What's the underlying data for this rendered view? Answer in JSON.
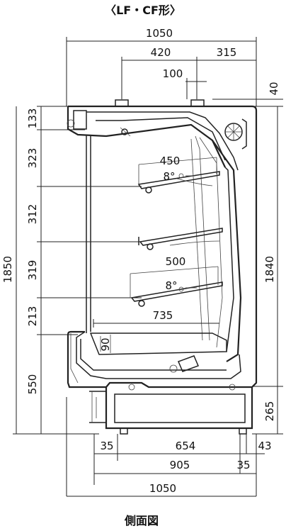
{
  "title": "〈LF・CF形〉",
  "caption": "側面図",
  "dims": {
    "top_1050": "1050",
    "d420": "420",
    "d315": "315",
    "d100": "100",
    "d40": "40",
    "d133": "133",
    "d323": "323",
    "d312": "312",
    "d319": "319",
    "d213": "213",
    "d550": "550",
    "d1850": "1850",
    "d1840": "1840",
    "d265": "265",
    "shelf1_450": "450",
    "shelf1_angle": "8°",
    "shelf3_500": "500",
    "shelf3_angle": "8°",
    "d735": "735",
    "d90": "90",
    "b35a": "35",
    "b654": "654",
    "b43": "43",
    "b905": "905",
    "b35b": "35",
    "bottom_1050": "1050"
  }
}
